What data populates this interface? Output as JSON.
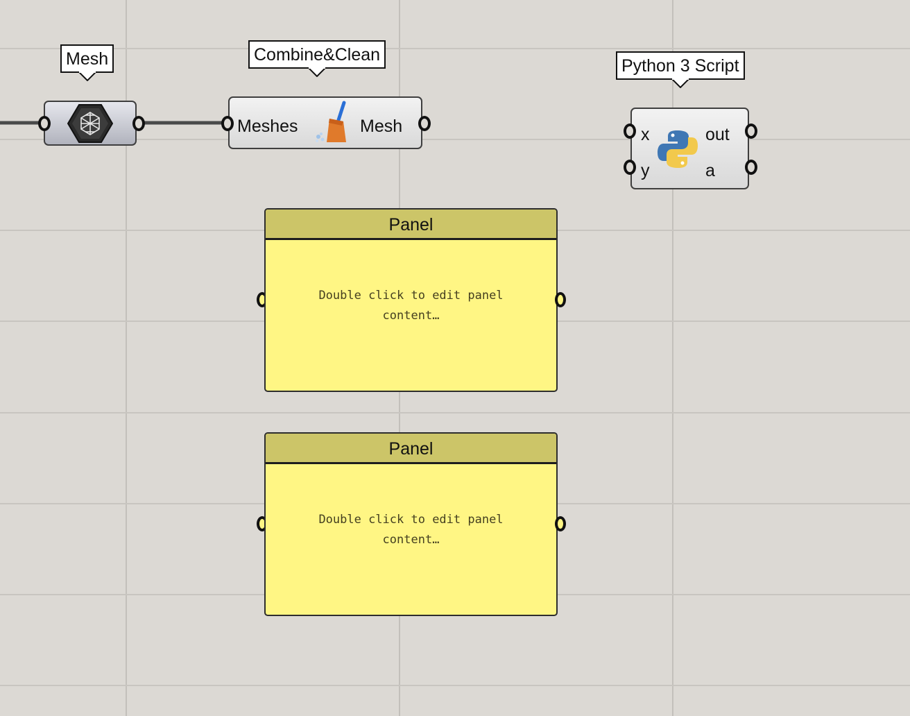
{
  "canvas": {
    "background_color": "#dcd9d4"
  },
  "mesh_param": {
    "label": "Mesh",
    "icon": "mesh-icon"
  },
  "combine_clean": {
    "label": "Combine&Clean",
    "input": "Meshes",
    "output": "Mesh",
    "icon": "broom-icon"
  },
  "python_script": {
    "label": "Python 3 Script",
    "inputs": [
      "x",
      "y"
    ],
    "outputs": [
      "out",
      "a"
    ],
    "icon": "python-icon"
  },
  "panels": [
    {
      "title": "Panel",
      "placeholder_line1": "Double click to edit panel",
      "placeholder_line2": "content…"
    },
    {
      "title": "Panel",
      "placeholder_line1": "Double click to edit panel",
      "placeholder_line2": "content…"
    }
  ],
  "colors": {
    "panel_fill": "#fff684",
    "panel_header": "#ccc568",
    "wire": "#4a4a4a"
  }
}
